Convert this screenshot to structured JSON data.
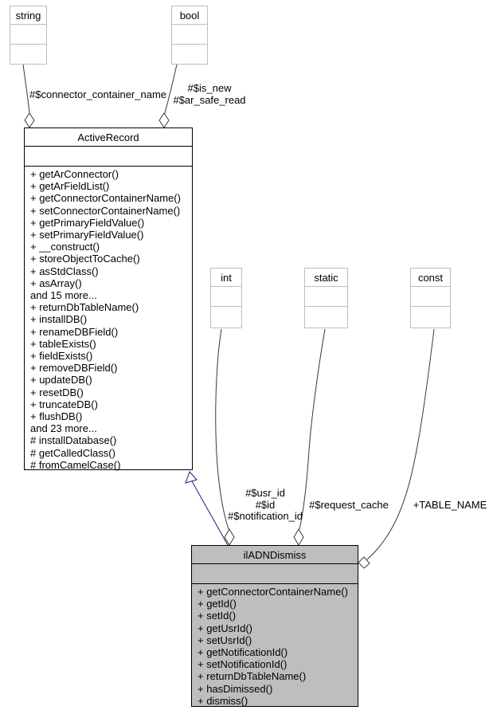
{
  "colors": {
    "background": "#ffffff",
    "node_fill": "#ffffff",
    "highlight_node_fill": "#bebebe",
    "node_border": "#000000",
    "primitive_border": "#bebebe",
    "edge": "#3a3a3a",
    "inheritance_edge": "#191970",
    "text": "#000000"
  },
  "nodes": {
    "string_type": {
      "title": "string"
    },
    "bool_type": {
      "title": "bool"
    },
    "int_type": {
      "title": "int"
    },
    "static_type": {
      "title": "static"
    },
    "const_type": {
      "title": "const"
    },
    "active_record": {
      "title": "ActiveRecord",
      "members": [
        "+ getArConnector()",
        "+ getArFieldList()",
        "+ getConnectorContainerName()",
        "+ setConnectorContainerName()",
        "+ getPrimaryFieldValue()",
        "+ setPrimaryFieldValue()",
        "+ __construct()",
        "+ storeObjectToCache()",
        "+ asStdClass()",
        "+ asArray()",
        "and 15 more...",
        "+ returnDbTableName()",
        "+ installDB()",
        "+ renameDBField()",
        "+ tableExists()",
        "+ fieldExists()",
        "+ removeDBField()",
        "+ updateDB()",
        "+ resetDB()",
        "+ truncateDB()",
        "+ flushDB()",
        "and 23 more...",
        "# installDatabase()",
        "# getCalledClass()",
        "# fromCamelCase()"
      ]
    },
    "il_adn_dismiss": {
      "title": "ilADNDismiss",
      "members": [
        "+ getConnectorContainerName()",
        "+ getId()",
        "+ setId()",
        "+ getUsrId()",
        "+ setUsrId()",
        "+ getNotificationId()",
        "+ setNotificationId()",
        "+ returnDbTableName()",
        "+ hasDimissed()",
        "+ dismiss()"
      ]
    }
  },
  "edge_labels": {
    "connector_container_name": "#$connector_container_name",
    "is_new": "#$is_new",
    "ar_safe_read": "#$ar_safe_read",
    "usr_id": "#$usr_id",
    "id": "#$id",
    "notification_id": "#$notification_id",
    "request_cache": "#$request_cache",
    "table_name": "+TABLE_NAME"
  }
}
